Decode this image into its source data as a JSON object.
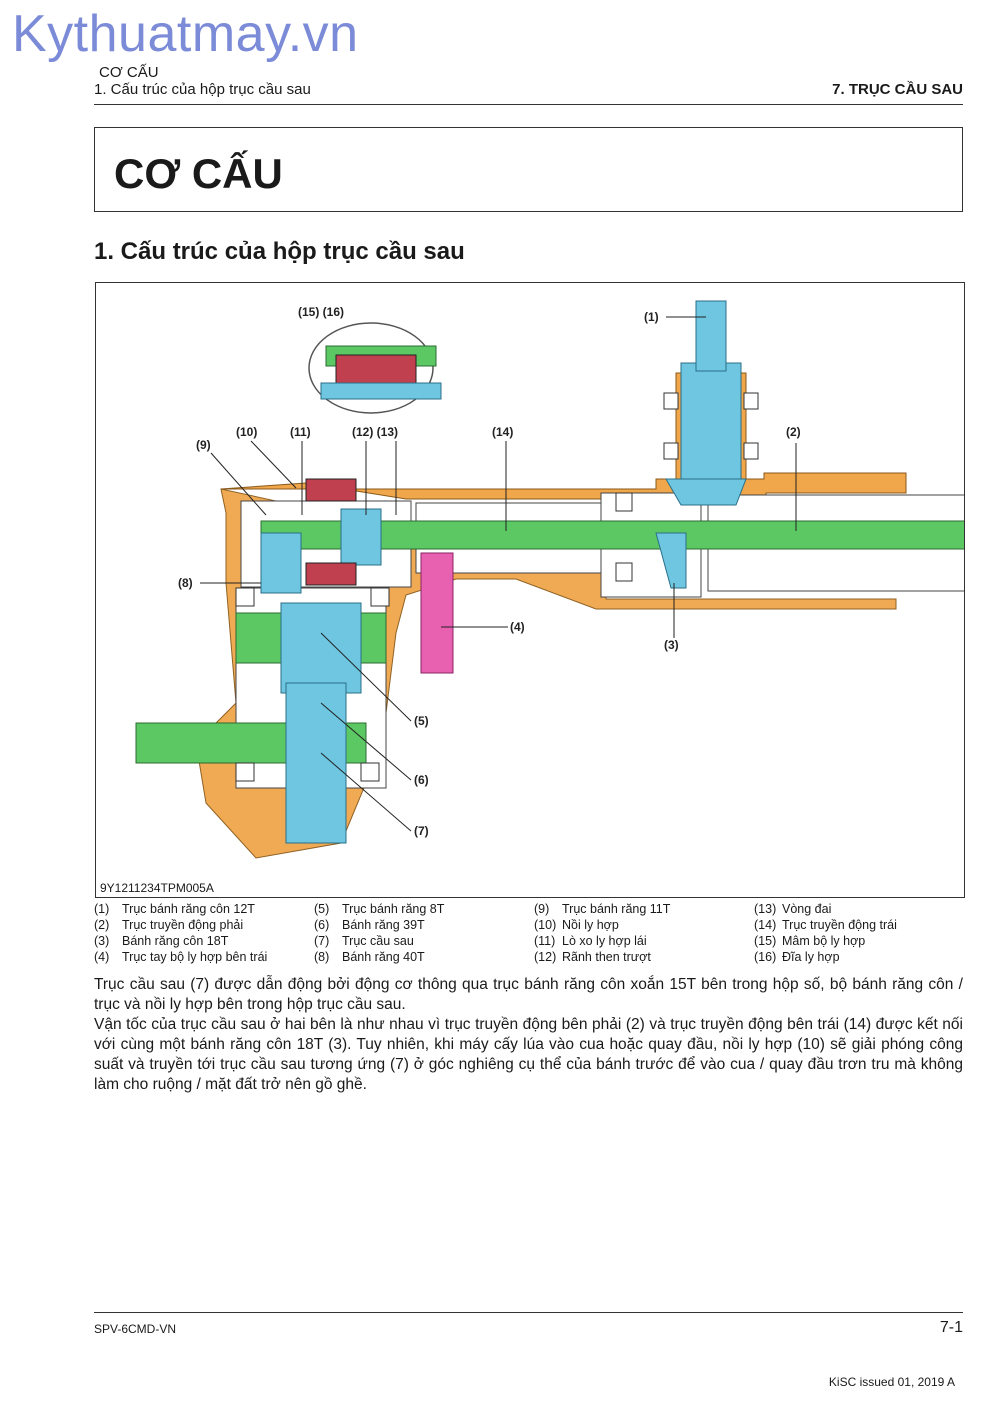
{
  "watermark": "Kythuatmay.vn",
  "header": {
    "chapter": "CƠ CẤU",
    "section": "1. Cấu trúc của hộp trục cầu sau",
    "right": "7. TRỤC CẦU SAU"
  },
  "title": "CƠ CẤU",
  "subtitle": "1. Cấu trúc của hộp trục cầu sau",
  "figure": {
    "code": "9Y1211234TPM005A",
    "labels": [
      "(1)",
      "(2)",
      "(3)",
      "(4)",
      "(5)",
      "(6)",
      "(7)",
      "(8)",
      "(9)",
      "(10)",
      "(11)",
      "(12) (13)",
      "(14)",
      "(15) (16)"
    ]
  },
  "legend": [
    [
      {
        "num": "(1)",
        "text": "Trục bánh răng côn 12T"
      },
      {
        "num": "(2)",
        "text": "Trục truyền động phải"
      },
      {
        "num": "(3)",
        "text": "Bánh răng côn 18T"
      },
      {
        "num": "(4)",
        "text": "Trục tay bộ ly hợp bên trái"
      }
    ],
    [
      {
        "num": "(5)",
        "text": "Trục bánh răng 8T"
      },
      {
        "num": "(6)",
        "text": "Bánh răng 39T"
      },
      {
        "num": "(7)",
        "text": "Trục cầu sau"
      },
      {
        "num": "(8)",
        "text": "Bánh răng 40T"
      }
    ],
    [
      {
        "num": "(9)",
        "text": "Trục bánh răng 11T"
      },
      {
        "num": "(10)",
        "text": "Nồi ly hợp"
      },
      {
        "num": "(11)",
        "text": "Lò xo ly hợp lái"
      },
      {
        "num": "(12)",
        "text": "Rãnh then trượt"
      }
    ],
    [
      {
        "num": "(13)",
        "text": "Vòng đai"
      },
      {
        "num": "(14)",
        "text": "Trục truyền động trái"
      },
      {
        "num": "(15)",
        "text": "Mâm bộ ly hợp"
      },
      {
        "num": "(16)",
        "text": "Đĩa ly hợp"
      }
    ]
  ],
  "body": [
    "Trục cầu sau (7) được dẫn động bởi động cơ thông qua trục bánh răng côn xoắn 15T bên trong hộp số, bộ bánh răng côn / trục và nồi ly hợp bên trong hộp trục cầu sau.",
    "Vận tốc của trục cầu sau ở hai bên là như nhau vì trục truyền động bên phải (2) và trục truyền động bên trái (14) được kết nối với cùng một bánh răng côn 18T (3). Tuy nhiên, khi máy cấy lúa vào cua hoặc quay đầu, nồi ly hợp (10) sẽ giải phóng công suất và truyền tới trục cầu sau tương ứng (7) ở góc nghiêng cụ thể của bánh trước để vào cua / quay đầu trơn tru mà không làm cho ruộng / mặt đất trở nên gồ ghề."
  ],
  "footer": {
    "doc": "SPV-6CMD-VN",
    "page": "7-1",
    "issue": "KiSC issued 01, 2019 A"
  },
  "colors": {
    "housing": "#f0a64a",
    "shaft": "#5cc864",
    "gear": "#6ec6e0",
    "clutch": "#e860b0"
  }
}
